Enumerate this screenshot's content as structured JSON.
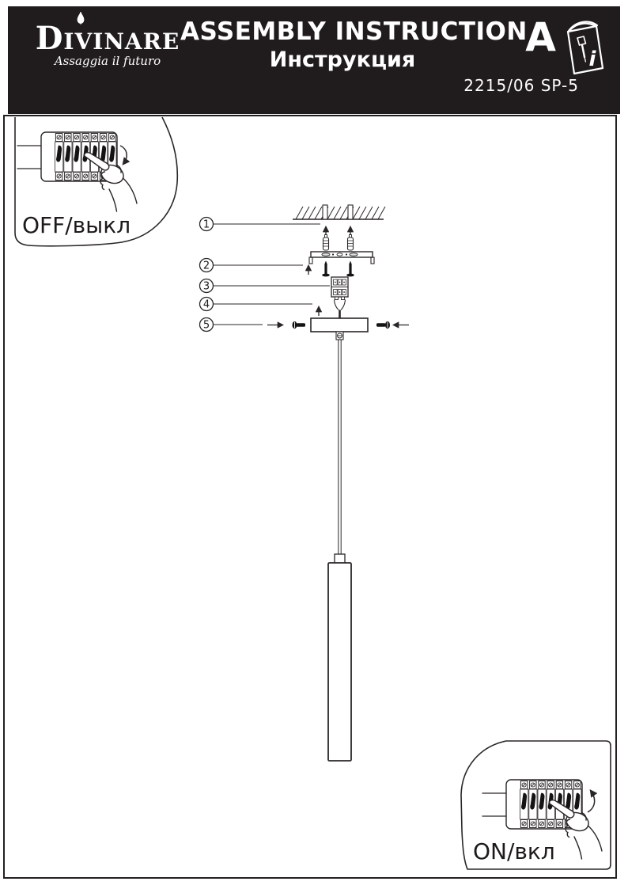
{
  "header": {
    "brand": "Divinare",
    "tagline": "Assaggia il futuro",
    "title_primary": "ASSEMBLY INSTRUCTION",
    "title_secondary": "Инструкция",
    "corner_letter": "A",
    "booklet_letter": "i",
    "product_code": "2215/06 SP-5"
  },
  "diagram": {
    "power_off_label": "OFF/выкл",
    "power_on_label": "ON/вкл",
    "step_numbers": [
      "1",
      "2",
      "3",
      "4",
      "5"
    ]
  },
  "colors": {
    "header_background": "#201c1d",
    "line_ink": "#2a2627",
    "paper": "#ffffff"
  }
}
